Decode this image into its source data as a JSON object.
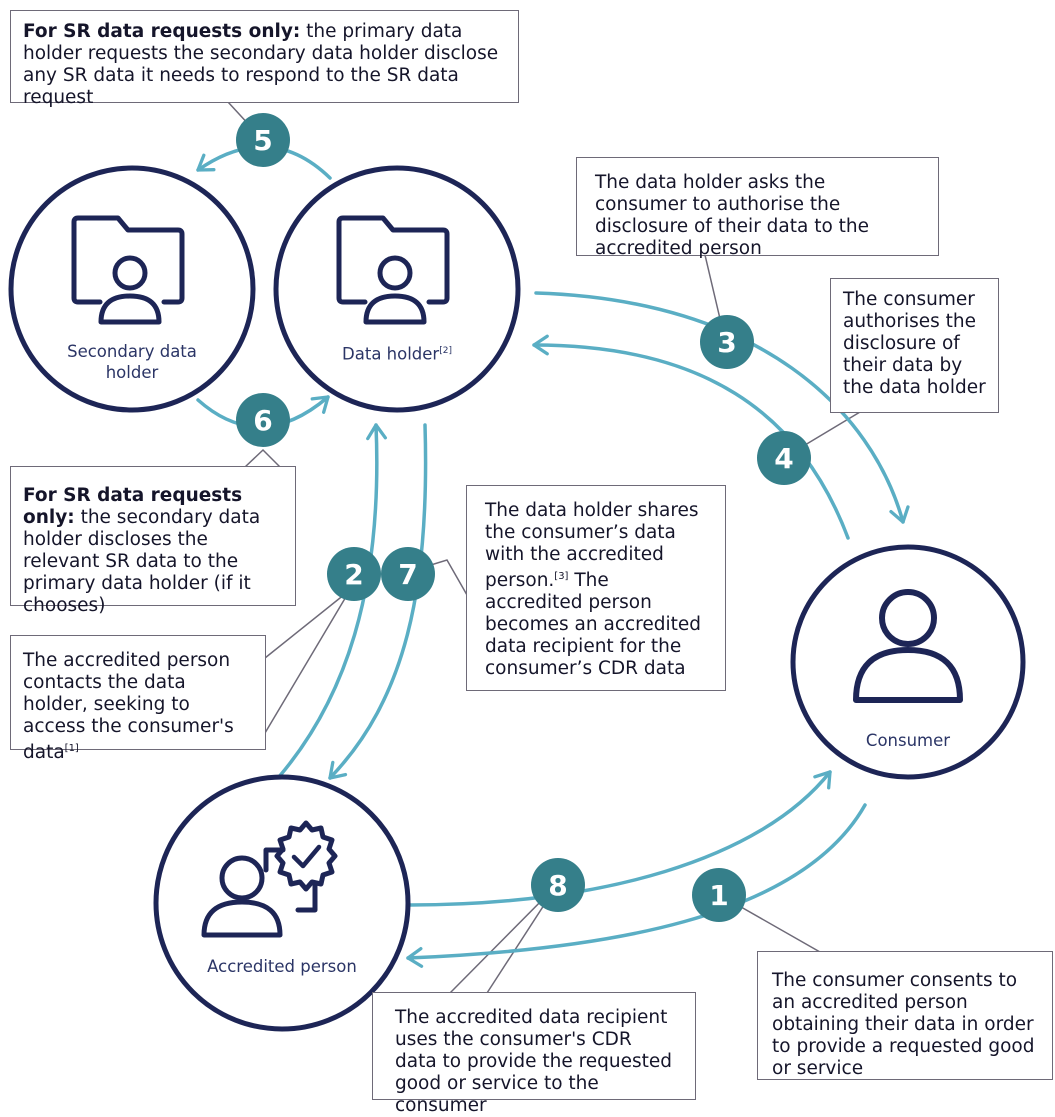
{
  "colors": {
    "arrow": "#5aaec4",
    "node_border": "#1d2556",
    "badge": "#357f8a",
    "callout_border": "#6e6a78",
    "label_text": "#2b3566"
  },
  "nodes": {
    "secondary": {
      "label": "Secondary data holder",
      "icon": "folder-person-icon"
    },
    "holder": {
      "label": "Data holder",
      "ref": "[2]",
      "icon": "folder-person-icon"
    },
    "consumer": {
      "label": "Consumer",
      "icon": "person-icon"
    },
    "accredited": {
      "label": "Accredited person",
      "icon": "person-verified-icon"
    }
  },
  "steps": [
    {
      "num": "1",
      "text": "The consumer consents to an accredited person obtaining their data in order to provide a requested good or service"
    },
    {
      "num": "2",
      "text": "The accredited person contacts the data holder, seeking to access the consumer's data",
      "ref": "[1]"
    },
    {
      "num": "3",
      "text": "The data holder asks the consumer to authorise the disclosure of their data to the accredited person"
    },
    {
      "num": "4",
      "text": "The consumer authorises the disclosure of their data by the data holder"
    },
    {
      "num": "5",
      "bold": "For SR data requests only:",
      "text": " the primary data holder requests the secondary data holder disclose any SR data it needs to respond to the SR data request"
    },
    {
      "num": "6",
      "bold": "For SR data requests only:",
      "text": " the secondary data holder discloses the relevant SR data to the primary data holder (if it chooses)"
    },
    {
      "num": "7",
      "text_a": "The data holder shares the consumer’s data with the accredited person.",
      "ref": "[3]",
      "text_b": " The accredited person becomes an accredited data recipient for the consumer’s CDR data"
    },
    {
      "num": "8",
      "text": "The accredited data recipient uses the consumer's CDR data to provide the requested good or service to the consumer"
    }
  ]
}
